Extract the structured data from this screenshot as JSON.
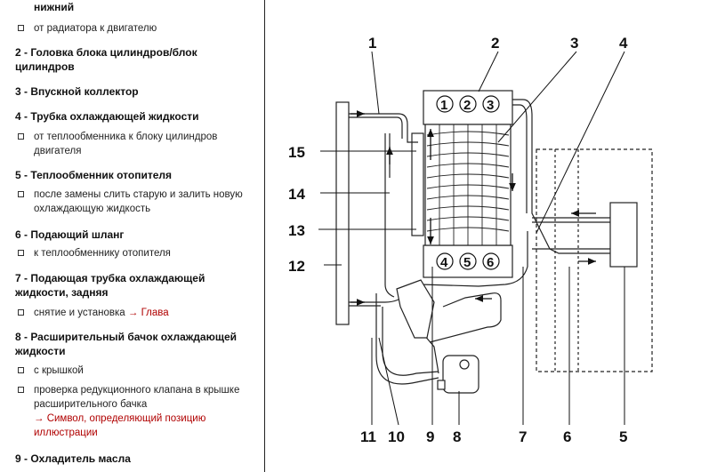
{
  "legend": {
    "top_fragment": "нижний",
    "entries": [
      {
        "head": null,
        "subs": [
          {
            "text": "от радиатора к двигателю"
          }
        ]
      },
      {
        "head": "2 - Головка блока цилиндров/блок цилиндров",
        "subs": []
      },
      {
        "head": "3 - Впускной коллектор",
        "subs": []
      },
      {
        "head": "4 - Трубка охлаждающей жидкости",
        "subs": [
          {
            "text": "от теплообменника к блоку цилиндров двигателя"
          }
        ]
      },
      {
        "head": "5 - Теплообменник отопителя",
        "subs": [
          {
            "text": "после замены слить старую и залить новую охлаждающую жидкость"
          }
        ]
      },
      {
        "head": "6 - Подающий шланг",
        "subs": [
          {
            "text": "к теплообменнику отопителя"
          }
        ]
      },
      {
        "head": "7 - Подающая трубка охлаждающей жидкости, задняя",
        "subs": [
          {
            "text": "снятие и установка",
            "link": "→ Глава"
          }
        ]
      },
      {
        "head": "8 - Расширительный бачок охлаждающей жидкости",
        "subs": [
          {
            "text": "с крышкой"
          },
          {
            "text": "проверка редукционного клапана в крышке расширительного бачка",
            "link": "→ Символ, определяющий позицию иллюстрации"
          }
        ]
      },
      {
        "head": "9 - Охладитель масла",
        "subs": []
      }
    ]
  },
  "diagram": {
    "callouts": [
      "1",
      "2",
      "3",
      "4",
      "5",
      "6",
      "7",
      "8",
      "9",
      "10",
      "11",
      "12",
      "13",
      "14",
      "15"
    ],
    "cylinders_top": [
      "1",
      "2",
      "3"
    ],
    "cylinders_bottom": [
      "4",
      "5",
      "6"
    ]
  }
}
